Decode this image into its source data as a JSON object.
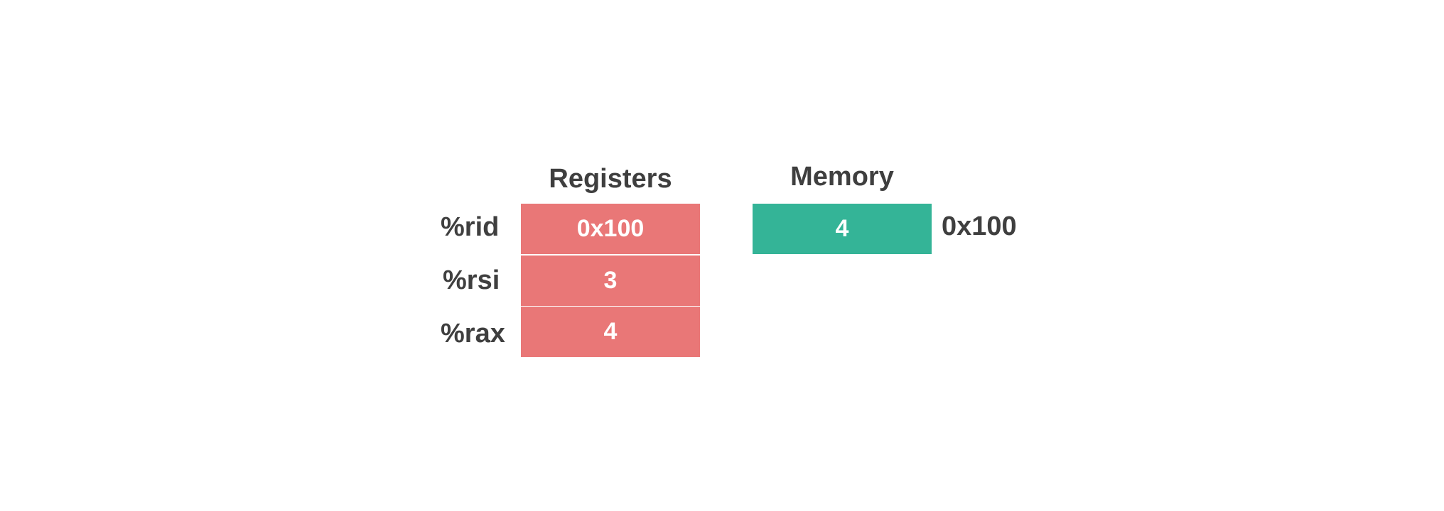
{
  "registers": {
    "heading": "Registers",
    "rows": [
      {
        "name": "%rid",
        "value": "0x100"
      },
      {
        "name": "%rsi",
        "value": "3"
      },
      {
        "name": "%rax",
        "value": "4"
      }
    ],
    "color": "#e97777"
  },
  "memory": {
    "heading": "Memory",
    "cells": [
      {
        "value": "4",
        "address": "0x100"
      }
    ],
    "color": "#34b497"
  }
}
